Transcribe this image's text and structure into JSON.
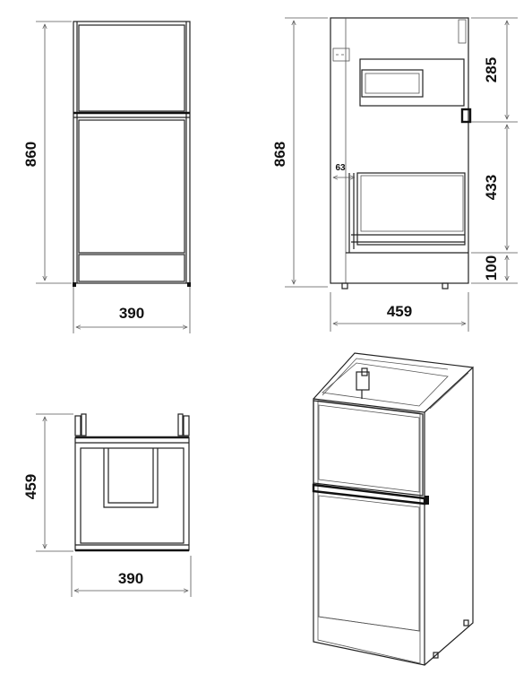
{
  "dimensions": {
    "front_height": "860",
    "front_width": "390",
    "side_height": "868",
    "side_width": "459",
    "side_top": "285",
    "side_middle": "433",
    "side_bottom": "100",
    "side_offset": "63",
    "top_depth": "459",
    "top_width": "390"
  },
  "colors": {
    "line": "#222222",
    "dimension": "#555555",
    "background": "#ffffff"
  }
}
